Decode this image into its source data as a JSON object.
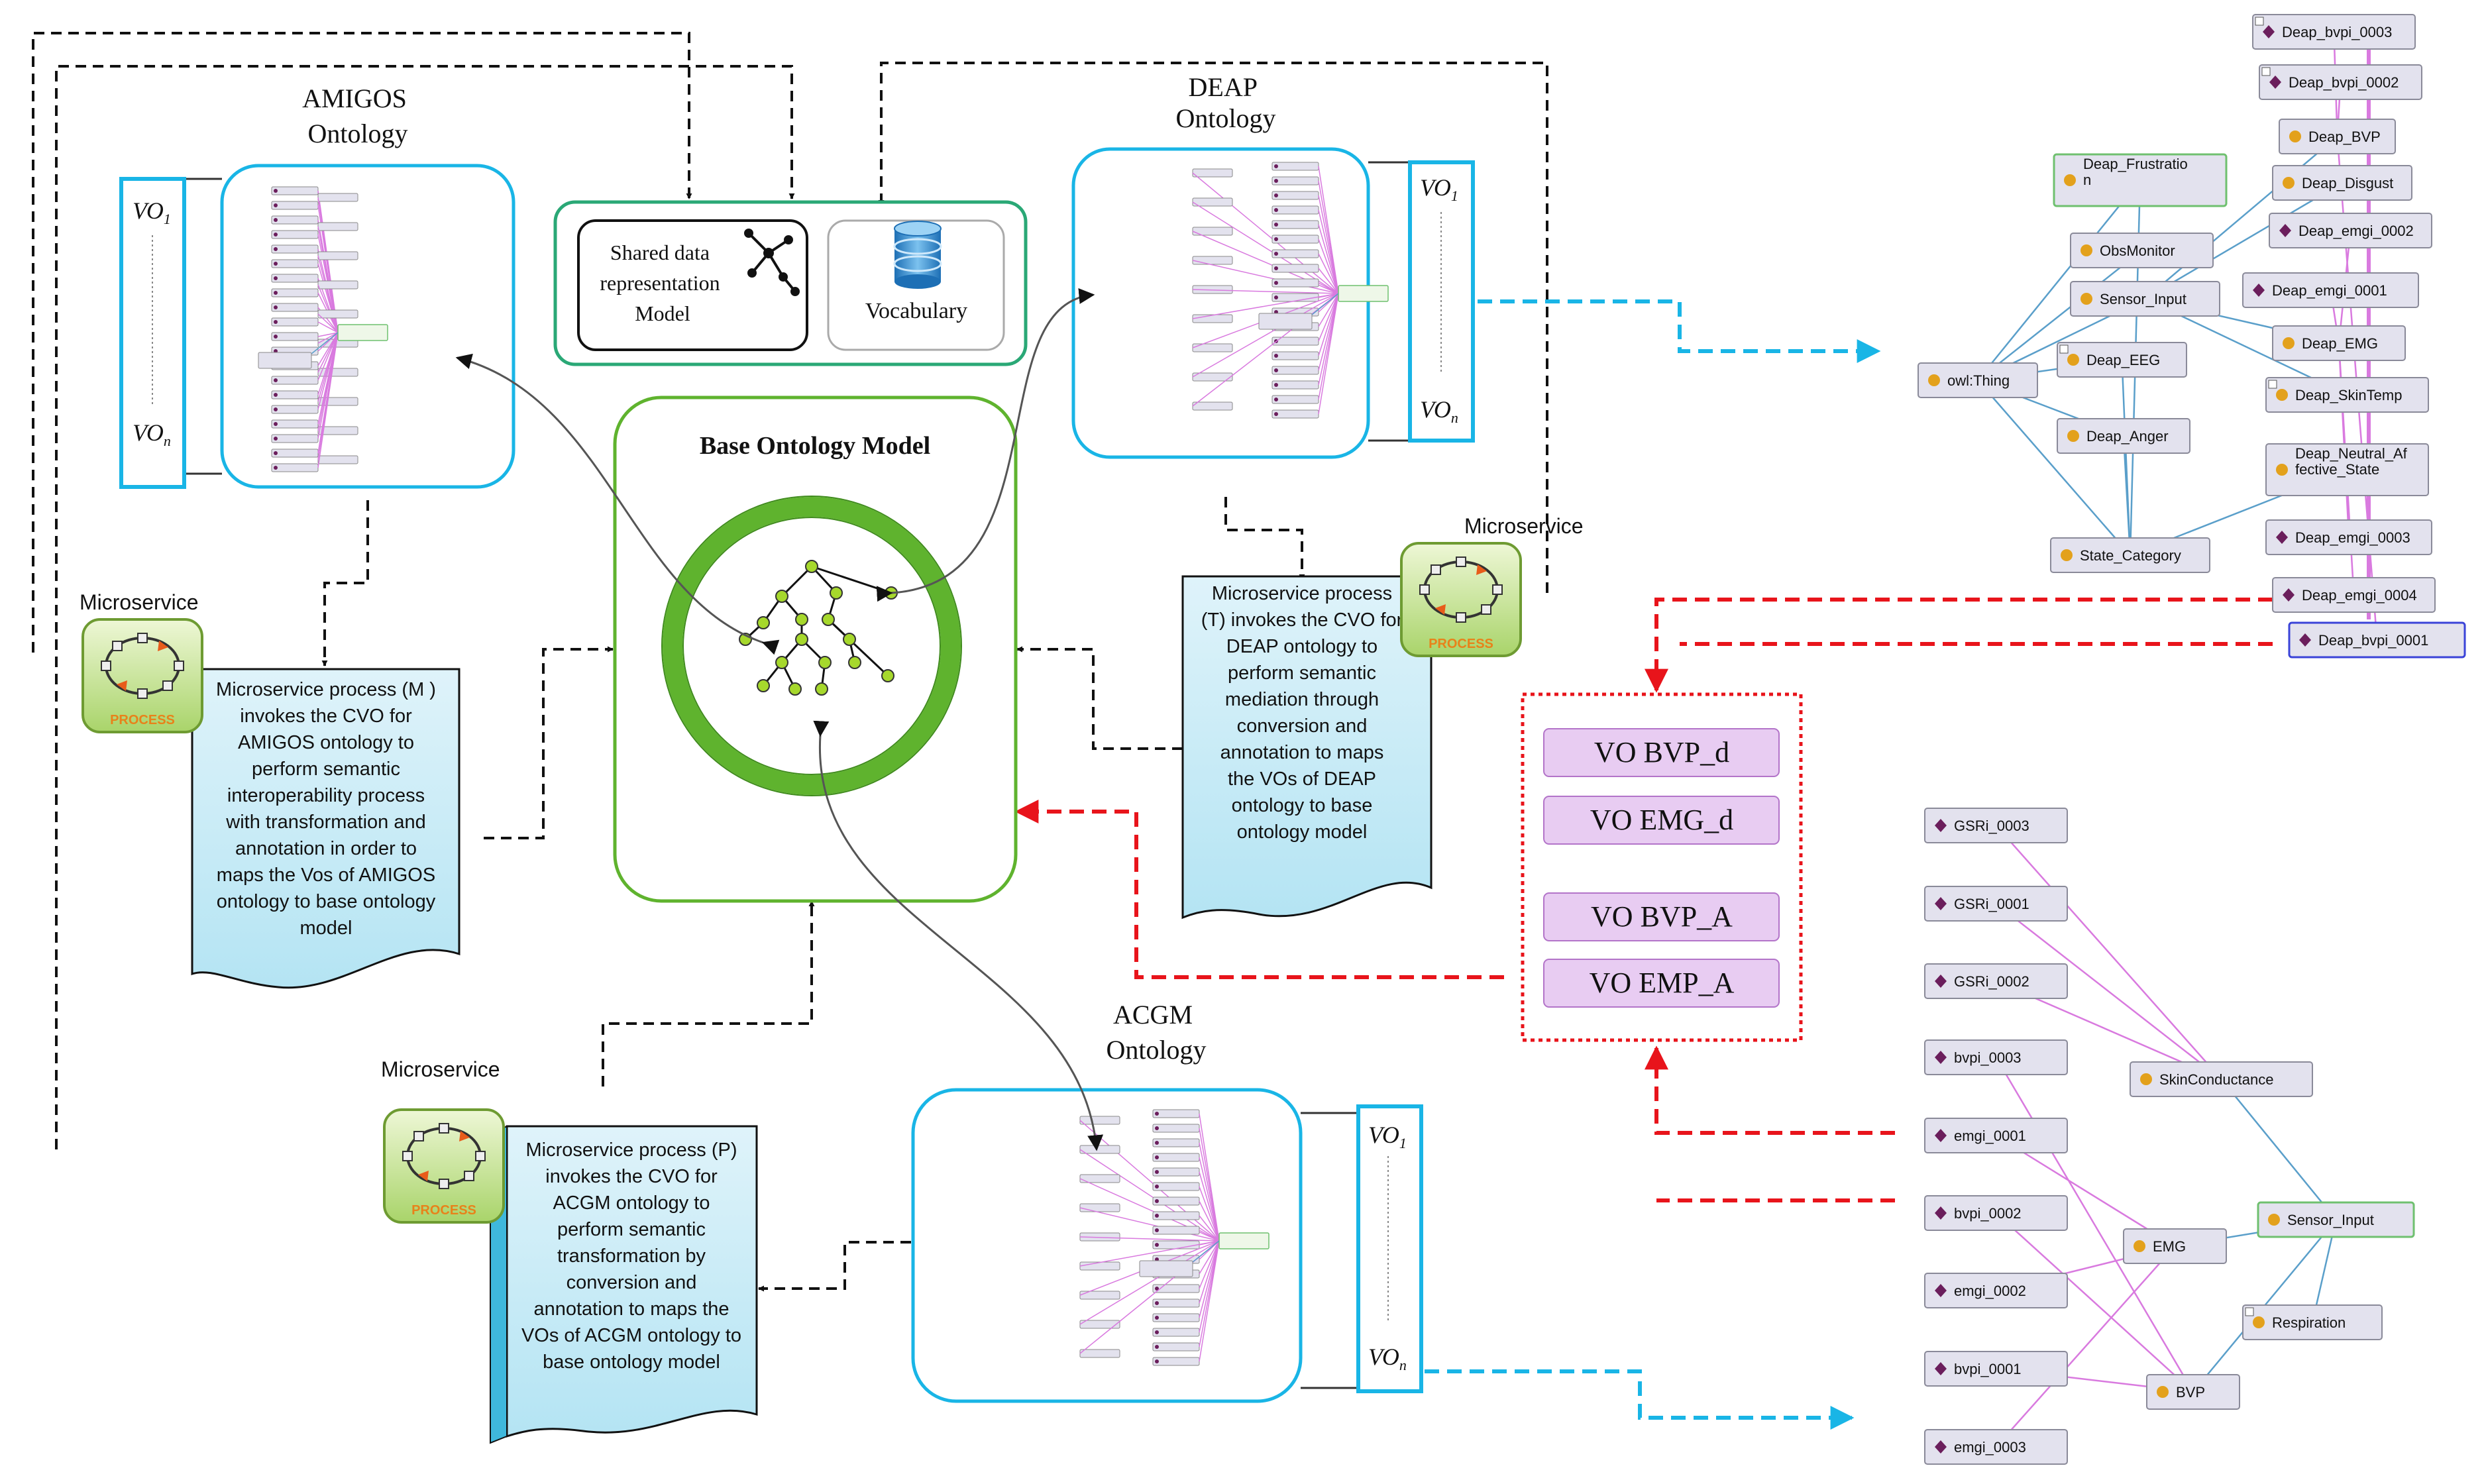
{
  "titles": {
    "amigos": [
      "AMIGOS",
      "Ontology"
    ],
    "deap": [
      "DEAP",
      "Ontology"
    ],
    "acgm": [
      "ACGM",
      "Ontology"
    ],
    "base": "Base Ontology Model",
    "shared": [
      "Shared data",
      "representation",
      "Model"
    ],
    "vocabulary": "Vocabulary"
  },
  "vo_labels": {
    "first_main": "VO",
    "first_sub": "1",
    "last_main": "VO",
    "last_sub": "n"
  },
  "microservice": {
    "label": "Microservice",
    "badge": "PROCESS"
  },
  "process_docs": {
    "m": [
      "Microservice process (M )",
      "invokes the CVO for",
      "AMIGOS ontology to",
      "perform semantic",
      "interoperability process",
      "with transformation and",
      "annotation in order to",
      "maps the Vos of AMIGOS",
      "ontology to base ontology",
      "model"
    ],
    "t": [
      "Microservice process",
      "(T) invokes the CVO for",
      "DEAP ontology to",
      "perform semantic",
      "mediation through",
      "conversion and",
      "annotation to maps",
      "the VOs of DEAP",
      "ontology to base",
      "ontology model"
    ],
    "p": [
      "Microservice process (P)",
      "invokes the CVO for",
      "ACGM ontology to",
      "perform semantic",
      "transformation by",
      "conversion and",
      "annotation to maps the",
      "VOs of ACGM ontology to",
      "base ontology model"
    ]
  },
  "vo_mapping": [
    "VO BVP_d",
    "VO EMG_d",
    "VO BVP_A",
    "VO EMP_A"
  ],
  "deap_graph": {
    "owl_thing": "owl:Thing",
    "classes": [
      "Deap_Frustratio",
      "n",
      "ObsMonitor",
      "Sensor_Input",
      "Deap_EEG",
      "Deap_Anger",
      "State_Category",
      "Deap_BVP",
      "Deap_Disgust",
      "Deap_EMG",
      "Deap_SkinTemp",
      "Deap_Neutral_Af",
      "fective_State"
    ],
    "individuals": [
      "Deap_bvpi_0003",
      "Deap_bvpi_0002",
      "Deap_emgi_0002",
      "Deap_emgi_0001",
      "Deap_emgi_0003",
      "Deap_emgi_0004",
      "Deap_bvpi_0001"
    ]
  },
  "acgm_graph": {
    "individuals": [
      "GSRi_0003",
      "GSRi_0001",
      "GSRi_0002",
      "bvpi_0003",
      "emgi_0001",
      "bvpi_0002",
      "emgi_0002",
      "bvpi_0001",
      "emgi_0003"
    ],
    "classes": [
      "SkinConductance",
      "Sensor_Input",
      "EMG",
      "Respiration",
      "BVP"
    ]
  },
  "colors": {
    "cyan": "#19b5e6",
    "green": "#2aa876",
    "lime": "#5fb32e",
    "doc_fill": "#c4ecf7",
    "red": "#e8141b",
    "vo_fill": "#e8ccf2",
    "vo_border": "#b374c9",
    "node_fill": "#e3e2ee",
    "individual": "#6b1e5c",
    "class_dot": "#e3a11c",
    "is_a": "#5a9fca",
    "instance_of": "#d97adf"
  }
}
